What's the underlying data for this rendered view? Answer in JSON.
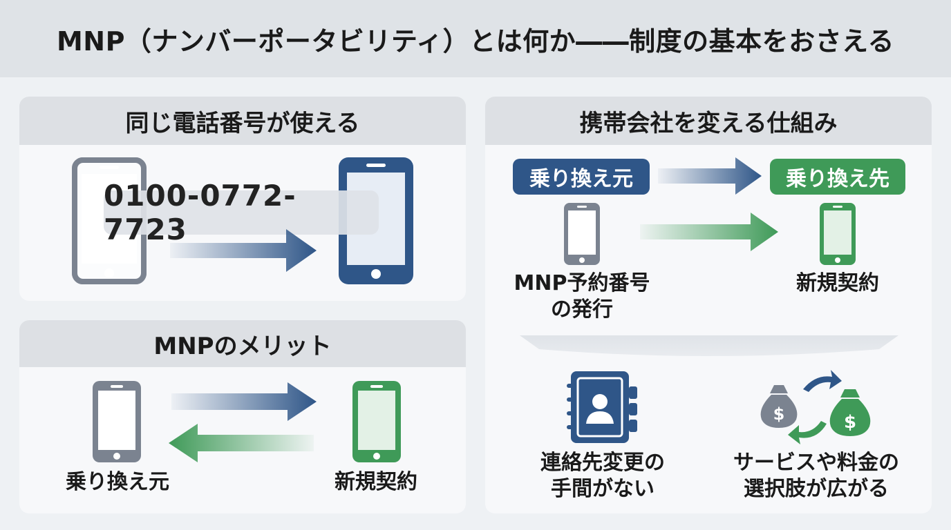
{
  "title": "MNP（ナンバーポータビリティ）とは何か――制度の基本をおさえる",
  "colors": {
    "blue": "#2f5688",
    "green": "#3f9a58",
    "gray": "#7b8390"
  },
  "panel_same_number": {
    "heading": "同じ電話番号が使える",
    "phone_number": "0100-0772-7723"
  },
  "panel_merit": {
    "heading": "MNPのメリット",
    "from_label": "乗り換え元",
    "to_label": "新規契約"
  },
  "panel_mechanism": {
    "heading": "携帯会社を変える仕組み",
    "from_tag": "乗り換え元",
    "to_tag": "乗り換え先",
    "step1_line1": "MNP予約番号",
    "step1_line2": "の発行",
    "step2": "新規契約",
    "benefit1_line1": "連絡先変更の",
    "benefit1_line2": "手間がない",
    "benefit2_line1": "サービスや料金の",
    "benefit2_line2": "選択肢が広がる"
  }
}
